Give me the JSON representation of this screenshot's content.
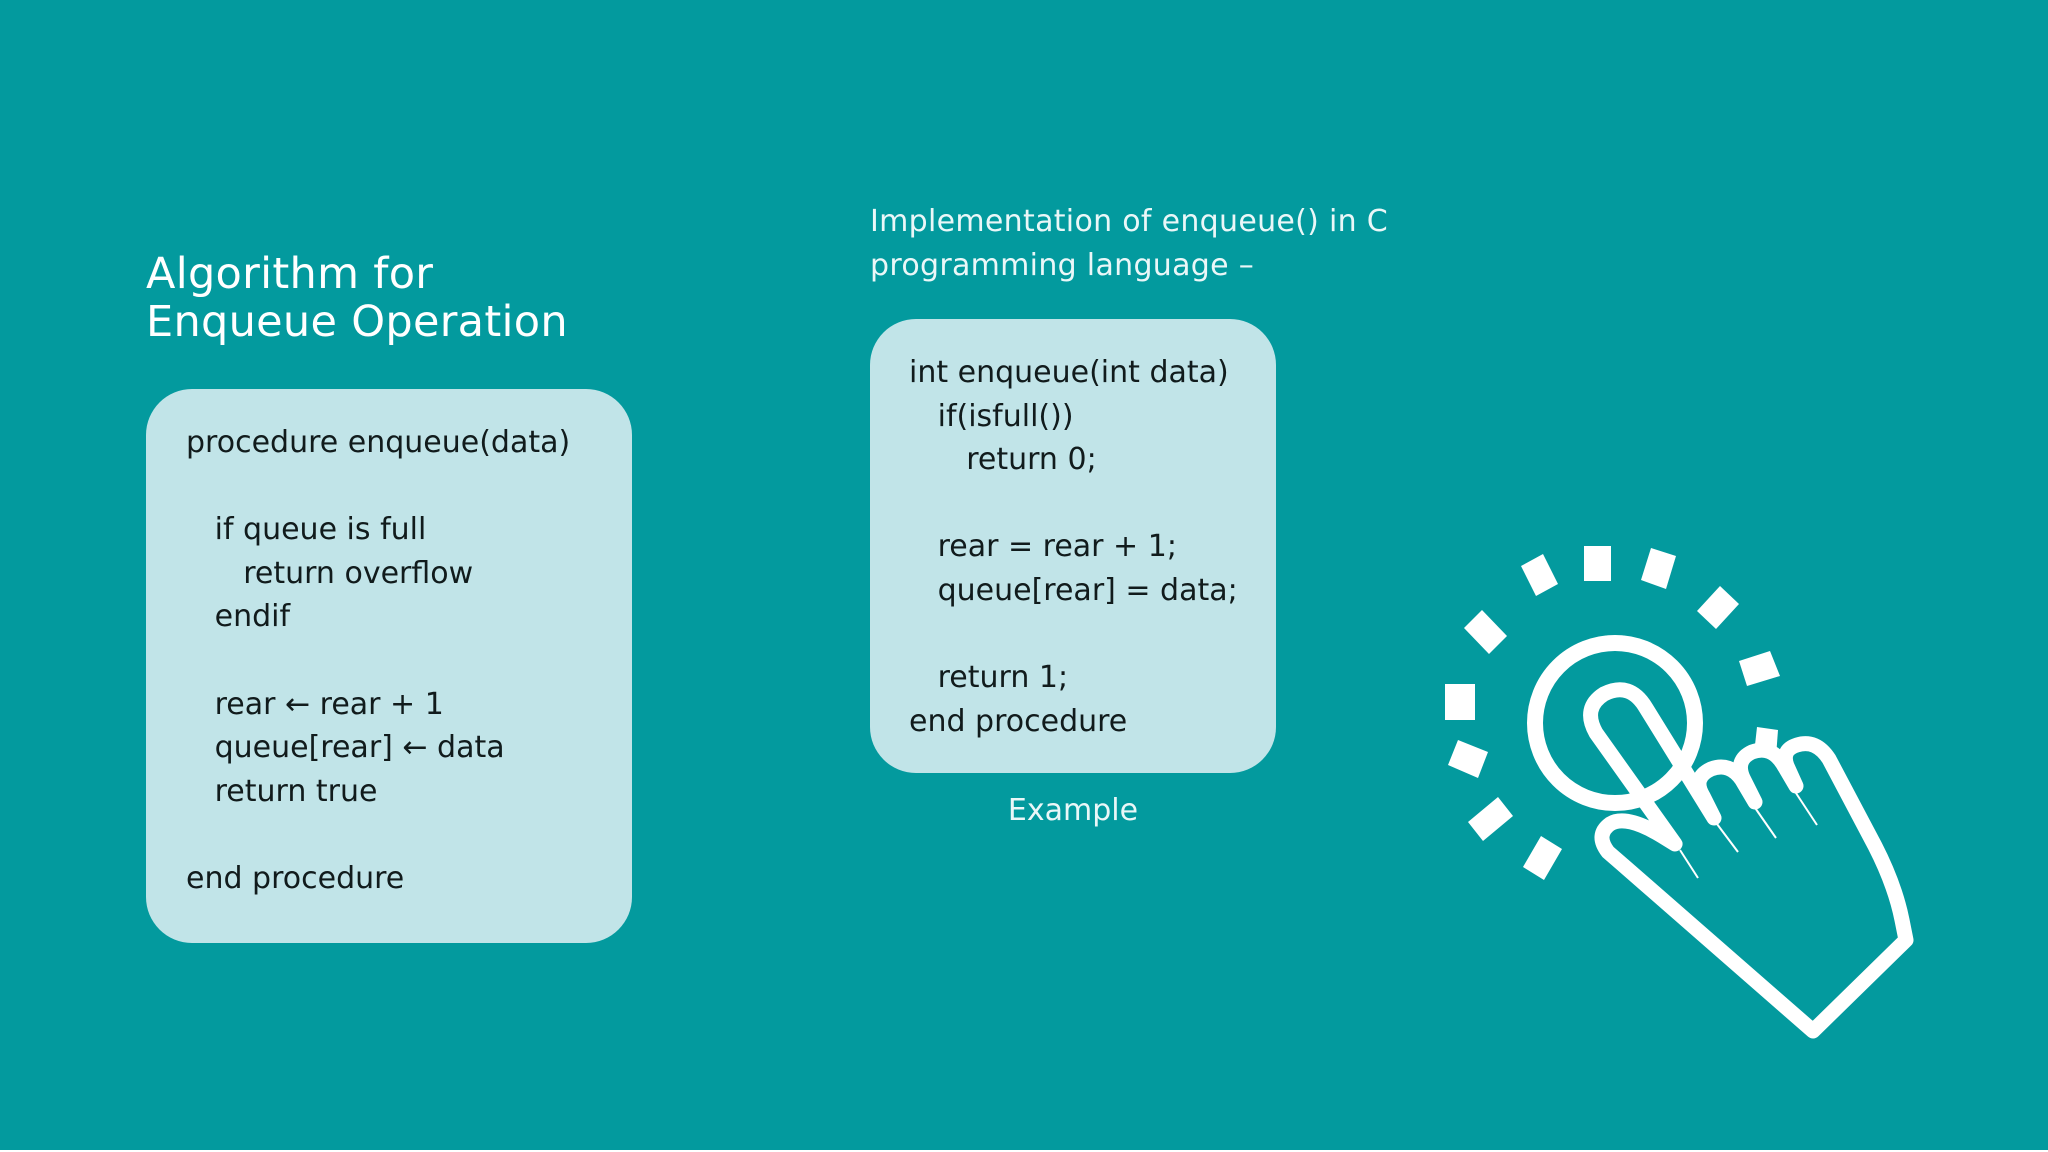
{
  "left": {
    "title": "Algorithm for\nEnqueue Operation",
    "code_lines": [
      "procedure enqueue(data)",
      "",
      "   if queue is full",
      "      return overflow",
      "   endif",
      "",
      "   rear ← rear + 1",
      "   queue[rear] ← data",
      "   return true",
      "",
      "end procedure"
    ]
  },
  "right": {
    "heading": "Implementation of enqueue() in C\nprogramming language –",
    "code_lines": [
      "int enqueue(int data)",
      "   if(isfull())",
      "      return 0;",
      "",
      "   rear = rear + 1;",
      "   queue[rear] = data;",
      "",
      "   return 1;",
      "end procedure"
    ],
    "caption": "Example"
  },
  "icons": {
    "hand": "tap-hand-icon"
  },
  "colors": {
    "background": "#039a9e",
    "card": "#c1e4e8",
    "text_light": "#ffffff",
    "code_text": "#111b1c"
  }
}
